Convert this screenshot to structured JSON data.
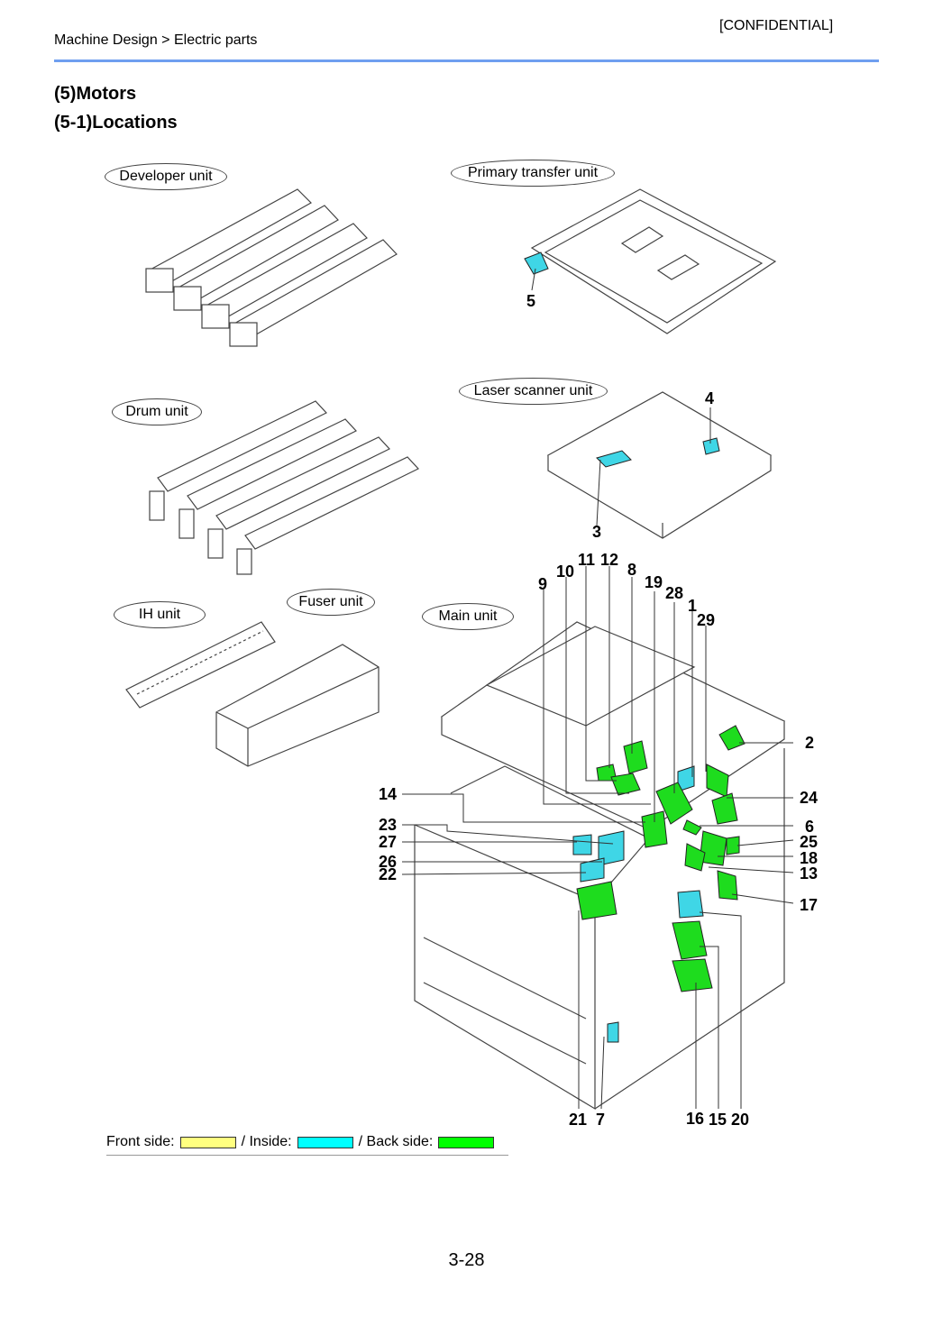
{
  "header": {
    "breadcrumb": "Machine Design > Electric parts",
    "confidential": "[CONFIDENTIAL]"
  },
  "section_title": "(5)Motors",
  "subsection_title": "(5-1)Locations",
  "units": {
    "developer": "Developer unit",
    "primary_transfer": "Primary transfer unit",
    "drum": "Drum unit",
    "laser_scanner": "Laser scanner unit",
    "ih": "IH unit",
    "fuser": "Fuser unit",
    "main": "Main unit"
  },
  "callouts": [
    "1",
    "2",
    "3",
    "4",
    "5",
    "6",
    "7",
    "8",
    "9",
    "10",
    "11",
    "12",
    "13",
    "14",
    "15",
    "16",
    "17",
    "18",
    "19",
    "20",
    "21",
    "22",
    "23",
    "24",
    "25",
    "26",
    "27",
    "28",
    "29"
  ],
  "legend": {
    "front_label": "Front side:",
    "inside_label": "/ Inside:",
    "back_label": "/ Back side:",
    "front_color": "#ffff80",
    "inside_color": "#00ffff",
    "back_color": "#00ff00"
  },
  "page_number": "3-28"
}
